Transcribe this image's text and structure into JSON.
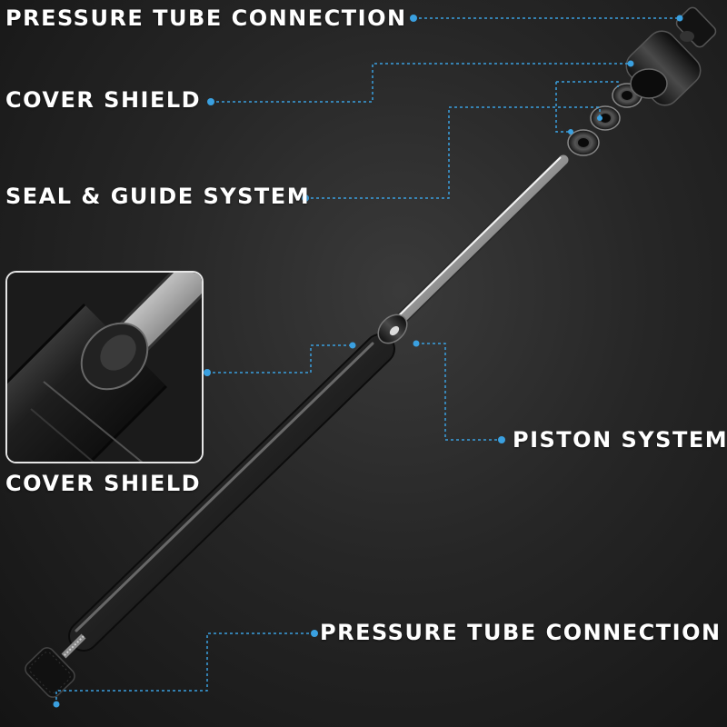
{
  "labels": {
    "pressure_tube_top": "PRESSURE TUBE CONNECTION",
    "cover_shield_top": "COVER SHIELD",
    "seal_guide": "SEAL & GUIDE SYSTEM",
    "cover_shield_inset": "COVER SHIELD",
    "piston_system": "PISTON SYSTEM",
    "pressure_tube_bottom": "PRESSURE TUBE CONNECTION"
  },
  "colors": {
    "callout_line": "#3aa0e0",
    "callout_dot": "#3aa0e0",
    "label_text": "#ffffff",
    "background": "#262626",
    "inset_border": "#e6e6e6"
  }
}
